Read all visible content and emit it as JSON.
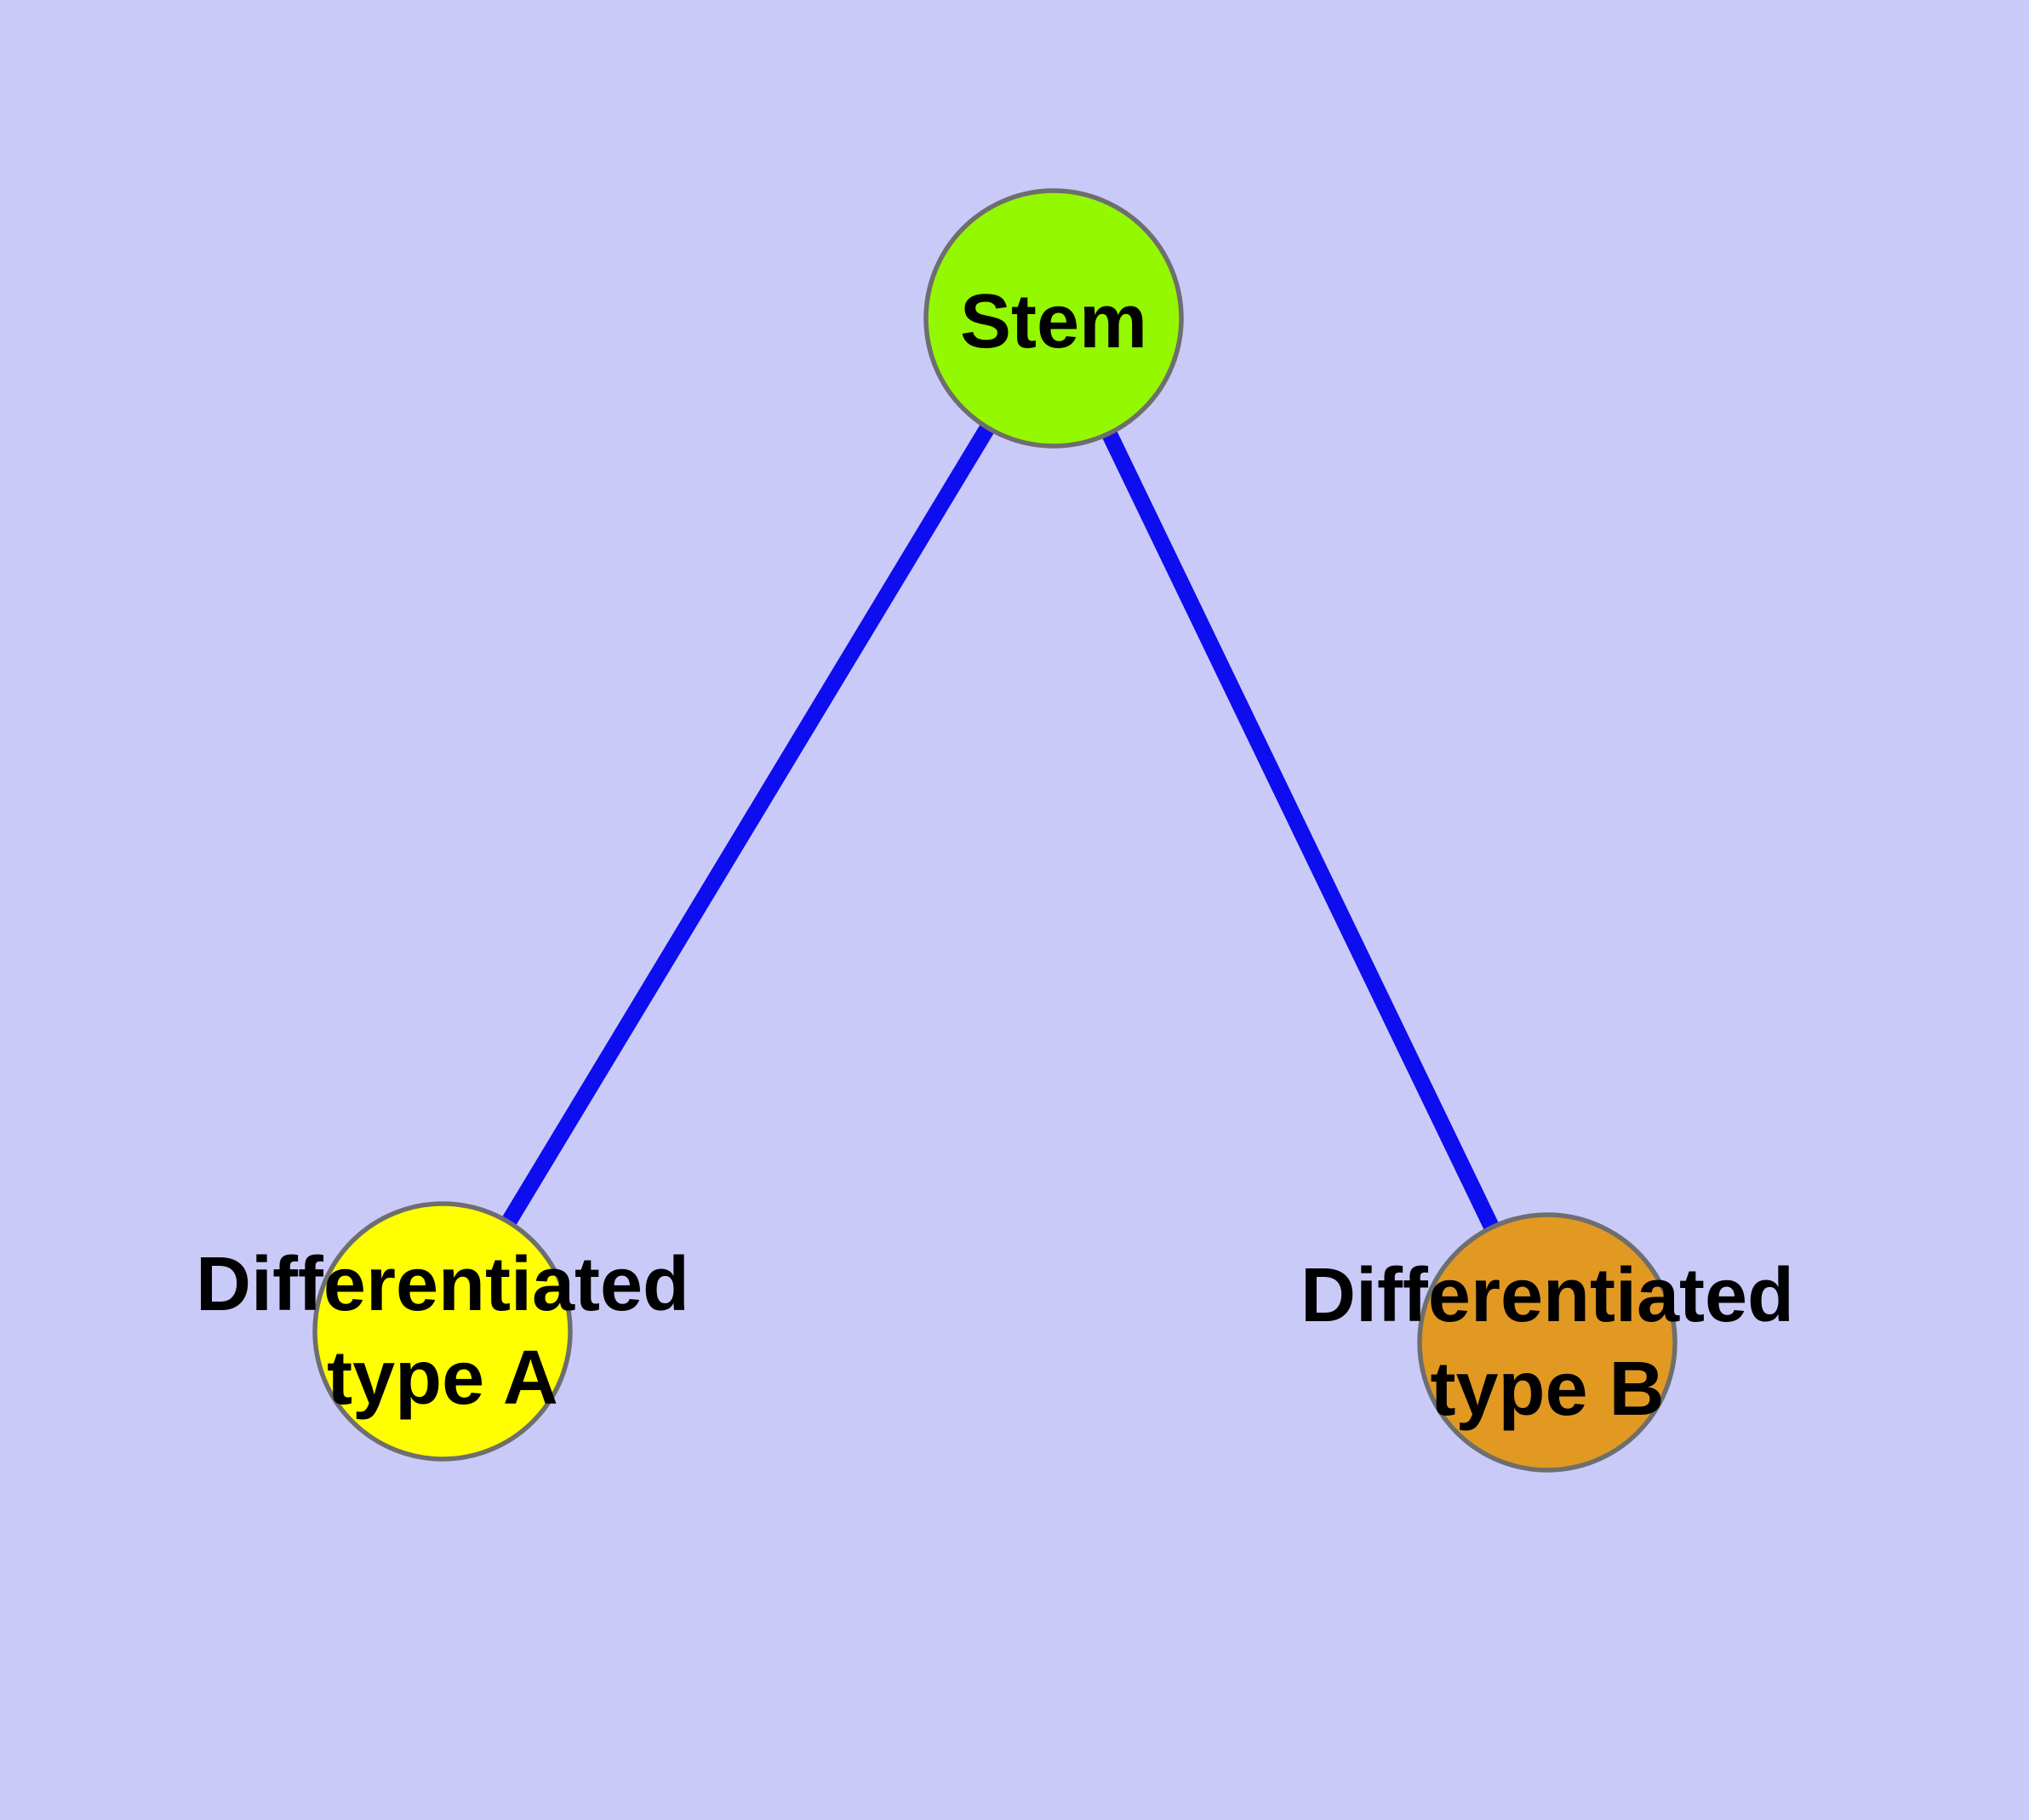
{
  "canvas": {
    "background": "#CACAF8"
  },
  "graph": {
    "label_color": "#000000",
    "nodes": [
      {
        "id": "stem",
        "label": "Stem",
        "fill": "#94F800",
        "border_color": "#6E6E6E"
      },
      {
        "id": "differentiated-type-a",
        "label_lines": [
          "Differentiated",
          "type A"
        ],
        "fill": "#FFFF00",
        "border_color": "#6E6E6E"
      },
      {
        "id": "differentiated-type-b",
        "label_lines": [
          "Differentiated",
          "type B"
        ],
        "fill": "#E29922",
        "border_color": "#6E6E6E"
      }
    ],
    "edges": [
      {
        "from": "stem",
        "to": "differentiated-type-a",
        "color": "#0D0DF0"
      },
      {
        "from": "stem",
        "to": "differentiated-type-b",
        "color": "#0D0DF0"
      }
    ]
  }
}
